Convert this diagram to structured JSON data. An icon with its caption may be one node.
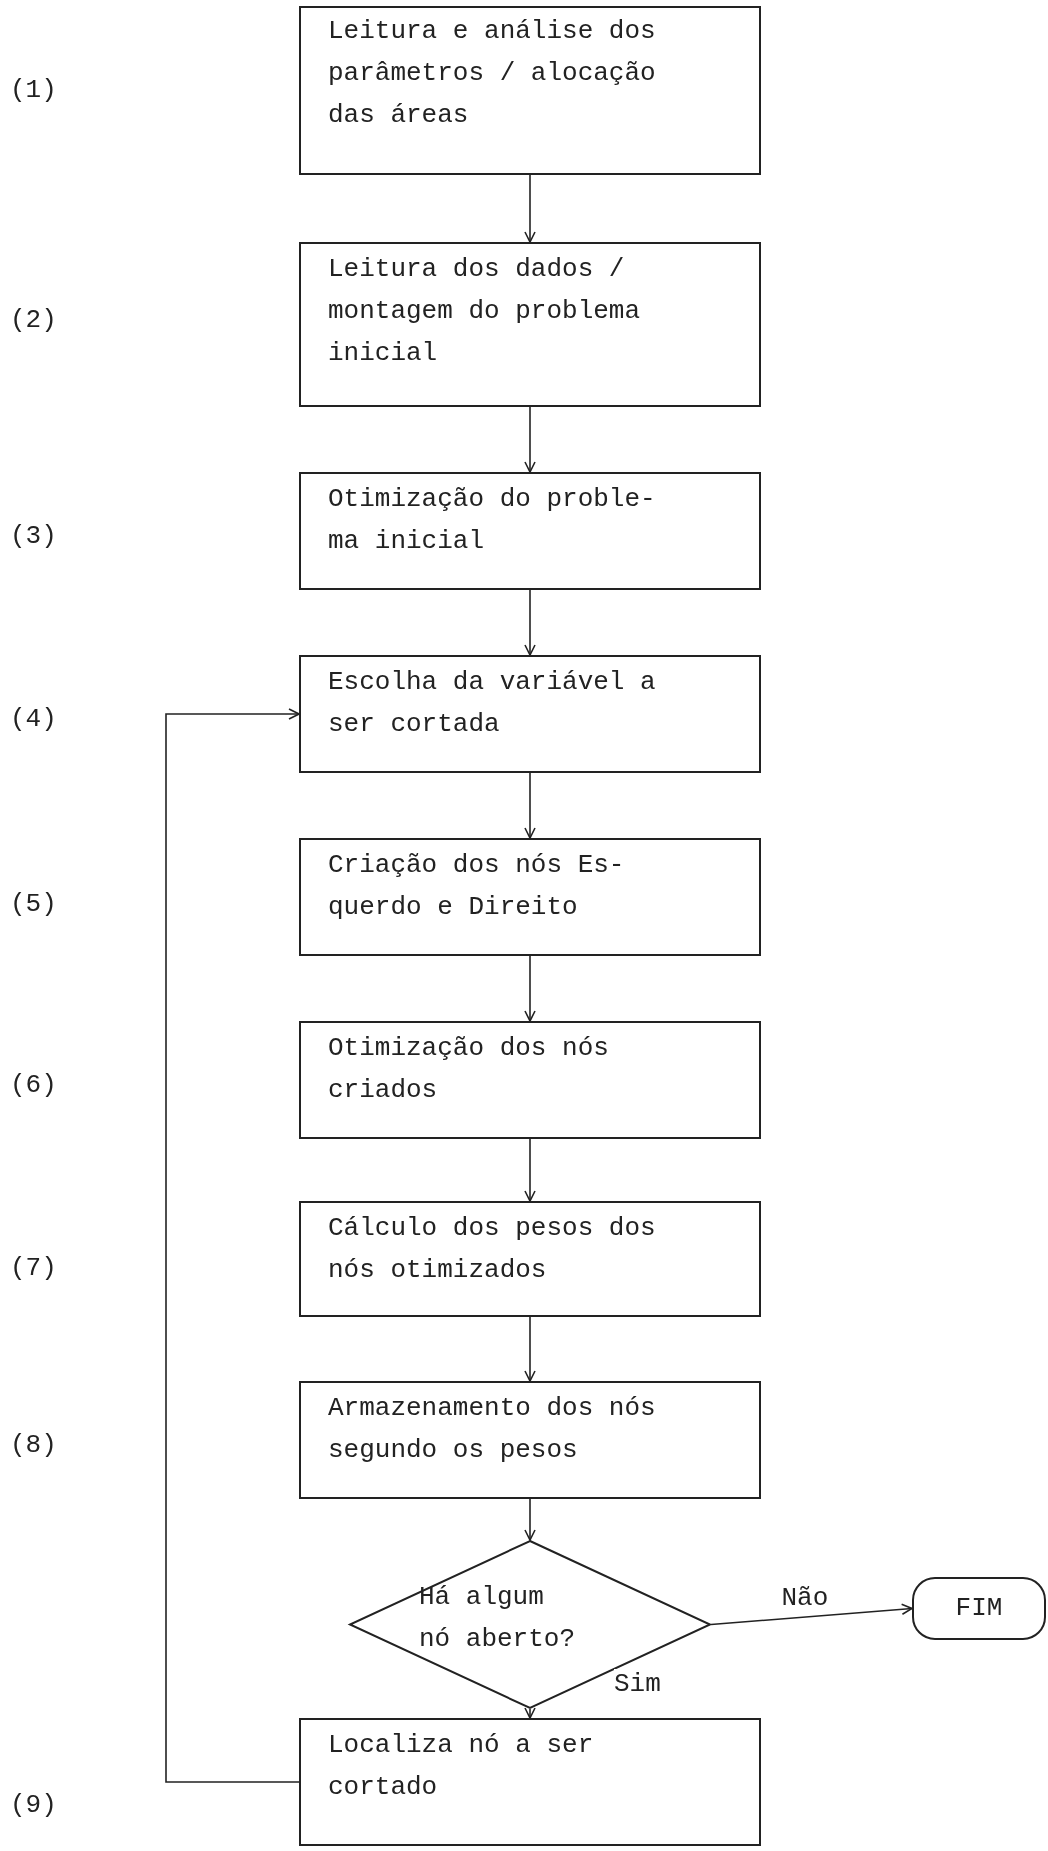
{
  "diagram": {
    "nodes": [
      {
        "text": [
          "Leitura e análise dos parâmetros / alocação das áreas"
        ]
      },
      {
        "text": [
          "Leitura dos dados / montagem do problema inicial"
        ]
      },
      {
        "text": [
          "Otimização do proble- ma inicial"
        ]
      },
      {
        "text": [
          "Escolha da variável a ser cortada"
        ]
      },
      {
        "text": [
          "Criação dos nós Es- querdo e Direito"
        ]
      },
      {
        "text": [
          "Otimização dos nós criados"
        ]
      },
      {
        "text": [
          "Cálculo dos pesos dos nós otimizados"
        ]
      },
      {
        "text": [
          "Armazenamento dos nós segundo os pesos"
        ]
      },
      {
        "text": [
          "Há algum nó aberto?"
        ]
      },
      {
        "text": [
          "FIM"
        ]
      },
      {
        "text": [
          "Localiza nó a ser cortado"
        ]
      }
    ],
    "edges": [
      {
        "from": 0,
        "to": 1,
        "arrow": "to"
      },
      {
        "from": 1,
        "to": 2,
        "arrow": "to"
      },
      {
        "from": 2,
        "to": 3,
        "arrow": "to"
      },
      {
        "from": 3,
        "to": 4,
        "arrow": "to"
      },
      {
        "from": 4,
        "to": 5,
        "arrow": "to"
      },
      {
        "from": 5,
        "to": 6,
        "arrow": "to"
      },
      {
        "from": 6,
        "to": 7,
        "arrow": "to"
      },
      {
        "from": 7,
        "to": 8,
        "arrow": "to"
      },
      {
        "from": 8,
        "to": 9,
        "arrow": "to",
        "label": "Não"
      },
      {
        "from": 8,
        "to": 10,
        "arrow": "to",
        "label": "Sim"
      },
      {
        "from": 10,
        "to": 3,
        "arrow": "to"
      }
    ],
    "labels": [
      "(1)",
      "(2)",
      "(3)",
      "(4)",
      "(5)",
      "(6)",
      "(7)",
      "(8)",
      "(9)"
    ]
  }
}
